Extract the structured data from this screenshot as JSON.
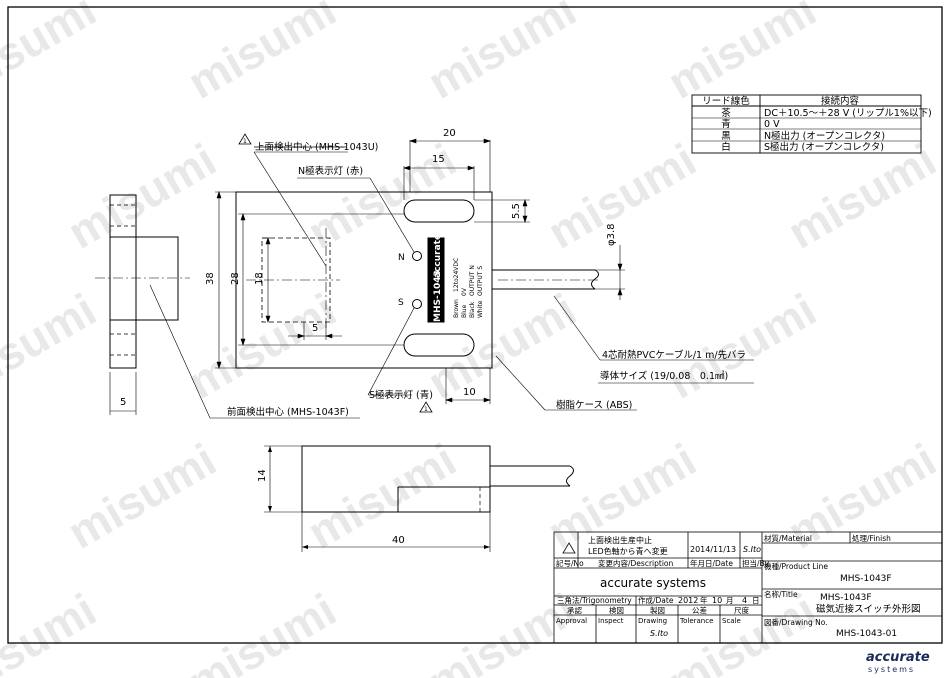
{
  "watermark": {
    "text": "misumi"
  },
  "lead_table": {
    "headers": [
      "リード線色",
      "接続内容"
    ],
    "rows": [
      [
        "茶",
        "DC＋10.5～＋28 V (リップル1%以下)"
      ],
      [
        "青",
        "0 V"
      ],
      [
        "黒",
        "N極出力 (オープンコレクタ)"
      ],
      [
        "白",
        "S極出力 (オープンコレクタ)"
      ]
    ]
  },
  "annotations": {
    "top_center": "上面検出中心 (MHS-1043U)",
    "n_lamp": "N極表示灯 (赤)",
    "s_lamp": "S極表示灯 (青)",
    "front_center": "前面検出中心 (MHS-1043F)",
    "cable": "4芯耐熱PVCケーブル/1 m/先バラ",
    "conductor": "導体サイズ (19/0.08　0.1㎟)",
    "case": "樹脂ケース (ABS)",
    "warn_symbol": "1"
  },
  "dims": {
    "w20": "20",
    "w15": "15",
    "h5_5": "5.5",
    "d3_8": "φ3.8",
    "h38": "38",
    "h28": "28",
    "h18": "18",
    "w5": "5",
    "w10": "10",
    "side5": "5",
    "h14": "14",
    "w40": "40"
  },
  "body_label": {
    "model": "MHS-1043",
    "brand": "accurate",
    "spec": "12to24VDC",
    "wires": [
      [
        "Brown",
        "12to24VDC"
      ],
      [
        "Blue",
        "0V"
      ],
      [
        "Black",
        "OUTPUT N"
      ],
      [
        "White",
        "OUTPUT S"
      ]
    ],
    "n": "N",
    "s": "S"
  },
  "title_block": {
    "rev_note_line1": "上面検出生産中止",
    "rev_note_line2": "LED色軸から青へ変更",
    "rev_date": "2014/11/13",
    "rev_by": "S.Ito",
    "rev_headers": [
      "記号/No",
      "変更内容/Description",
      "年月日/Date",
      "担当/By"
    ],
    "company": "accurate systems",
    "trig_label": "三角法/Trigonometry",
    "created_label": "作成/Date",
    "created_year": "2012",
    "year_unit": "年",
    "created_month": "10",
    "month_unit": "月",
    "created_day": "4",
    "day_unit": "日",
    "roles_jp": [
      "承認",
      "検図",
      "製図",
      "公差",
      "尺度"
    ],
    "roles_en": [
      "Approval",
      "Inspect",
      "Drawing",
      "Tolerance",
      "Scale"
    ],
    "drawn_by": "S.Ito",
    "material_label": "材質/Material",
    "finish_label": "処理/Finish",
    "product_label": "機種/Product Line",
    "product": "MHS-1043F",
    "title_label": "名称/Title",
    "title_model": "MHS-1043F",
    "title_name": "磁気近接スイッチ外形図",
    "drawing_label": "図番/Drawing No.",
    "drawing_no": "MHS-1043-01"
  },
  "logo": {
    "top": "accurate",
    "bottom": "systems"
  }
}
